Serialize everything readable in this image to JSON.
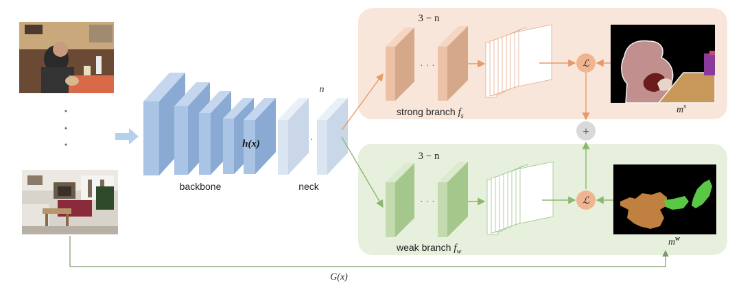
{
  "labels": {
    "backbone": "backbone",
    "neck": "neck",
    "neck_n": "n",
    "hx": "h(x)",
    "strong_branch": "strong branch",
    "strong_sub": "s",
    "weak_branch": "weak branch",
    "weak_sub": "w",
    "f": "f",
    "top_count": "3 − n",
    "bottom_count": "3 − n",
    "loss": "ℒ",
    "plus": "+",
    "ms_m": "m",
    "ms_sup": "s",
    "mw_m": "m",
    "mw_sup": "w",
    "gx": "G(x)",
    "dots_vertical": "·",
    "dots_horizontal": "· · ·"
  },
  "colors": {
    "backbone_blue": "#a9c4e4",
    "neck_blue": "#d9e5f2",
    "strong_bg": "#f8e6da",
    "weak_bg": "#e6f0dd",
    "strong_layer": "#ebc2a8",
    "weak_layer": "#c3dbaf",
    "loss_circle": "#f0b590",
    "plus_circle": "#d9d9d9",
    "strong_arrow": "#e59a6a",
    "weak_arrow": "#8ab86e",
    "connector": "#7a9a6e"
  }
}
